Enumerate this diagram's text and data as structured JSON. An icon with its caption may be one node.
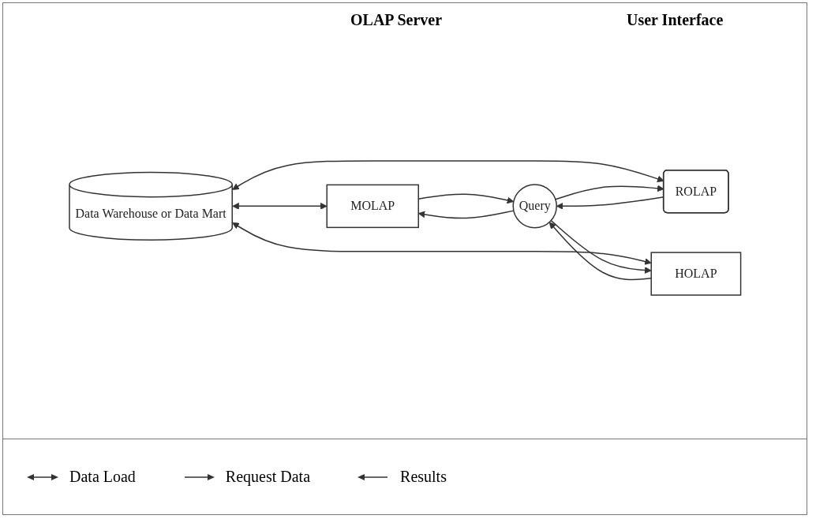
{
  "diagram": {
    "nodes": [
      {
        "text": [
          "Data Warehouse or Data Mart"
        ]
      },
      {
        "text": [
          "MOLAP"
        ]
      },
      {
        "text": [
          "ROLAP"
        ]
      },
      {
        "text": [
          "HOLAP"
        ]
      },
      {
        "text": [
          "Query"
        ]
      }
    ],
    "edges": [
      {
        "from": 0,
        "to": 1,
        "arrow": "both"
      },
      {
        "from": 0,
        "to": 2,
        "arrow": "both"
      },
      {
        "from": 0,
        "to": 3,
        "arrow": "both"
      },
      {
        "from": 1,
        "to": 4,
        "arrow": "to"
      },
      {
        "from": 4,
        "to": 1,
        "arrow": "to"
      },
      {
        "from": 2,
        "to": 4,
        "arrow": "to"
      },
      {
        "from": 4,
        "to": 2,
        "arrow": "to"
      },
      {
        "from": 4,
        "to": 3,
        "arrow": "to"
      },
      {
        "from": 3,
        "to": 4,
        "arrow": "to"
      }
    ],
    "labels": [
      "OLAP Server",
      "User Interface"
    ],
    "legend": [
      {
        "text": "Data Load"
      },
      {
        "text": "Request Data"
      },
      {
        "text": "Results"
      }
    ]
  }
}
